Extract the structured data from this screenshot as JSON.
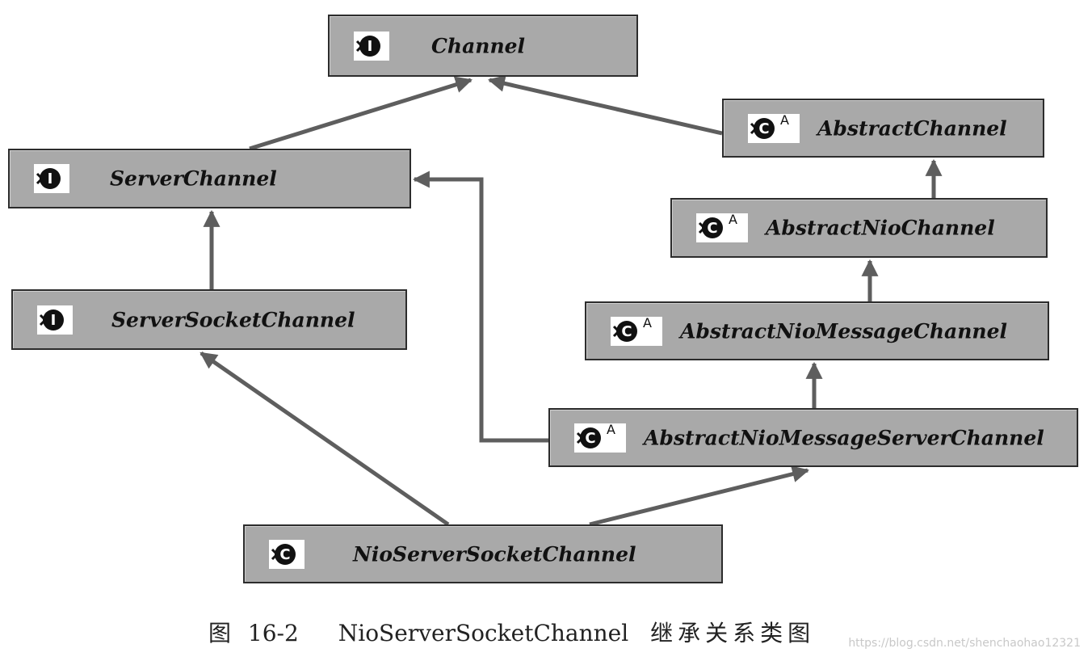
{
  "diagram": {
    "nodes": [
      {
        "id": "channel",
        "label": "Channel",
        "kind": "interface",
        "abstract_mark": ""
      },
      {
        "id": "abstract-channel",
        "label": "AbstractChannel",
        "kind": "class",
        "abstract_mark": "A"
      },
      {
        "id": "server-channel",
        "label": "ServerChannel",
        "kind": "interface",
        "abstract_mark": ""
      },
      {
        "id": "abstract-nio-channel",
        "label": "AbstractNioChannel",
        "kind": "class",
        "abstract_mark": "A"
      },
      {
        "id": "server-socket-channel",
        "label": "ServerSocketChannel",
        "kind": "interface",
        "abstract_mark": ""
      },
      {
        "id": "abstract-nio-message-channel",
        "label": "AbstractNioMessageChannel",
        "kind": "class",
        "abstract_mark": "A"
      },
      {
        "id": "abstract-nio-message-server-channel",
        "label": "AbstractNioMessageServerChannel",
        "kind": "class",
        "abstract_mark": "A"
      },
      {
        "id": "nio-server-socket-channel",
        "label": "NioServerSocketChannel",
        "kind": "class",
        "abstract_mark": ""
      }
    ],
    "edges": [
      {
        "from": "server-channel",
        "to": "channel"
      },
      {
        "from": "abstract-channel",
        "to": "channel"
      },
      {
        "from": "server-socket-channel",
        "to": "server-channel"
      },
      {
        "from": "abstract-nio-channel",
        "to": "abstract-channel"
      },
      {
        "from": "abstract-nio-message-channel",
        "to": "abstract-nio-channel"
      },
      {
        "from": "abstract-nio-message-server-channel",
        "to": "abstract-nio-message-channel"
      },
      {
        "from": "abstract-nio-message-server-channel",
        "to": "server-channel"
      },
      {
        "from": "nio-server-socket-channel",
        "to": "server-socket-channel"
      },
      {
        "from": "nio-server-socket-channel",
        "to": "abstract-nio-message-server-channel"
      }
    ],
    "colors": {
      "node_fill": "#a9a9a9",
      "node_border": "#2c2c2c",
      "arrow": "#5e5e5e",
      "icon_interface": "#111111",
      "icon_class": "#111111"
    }
  },
  "caption": {
    "figure_prefix": "图",
    "figure_number": "16-2",
    "subject": "NioServerSocketChannel",
    "description": "继承关系类图"
  },
  "watermark": "https://blog.csdn.net/shenchaohao12321"
}
